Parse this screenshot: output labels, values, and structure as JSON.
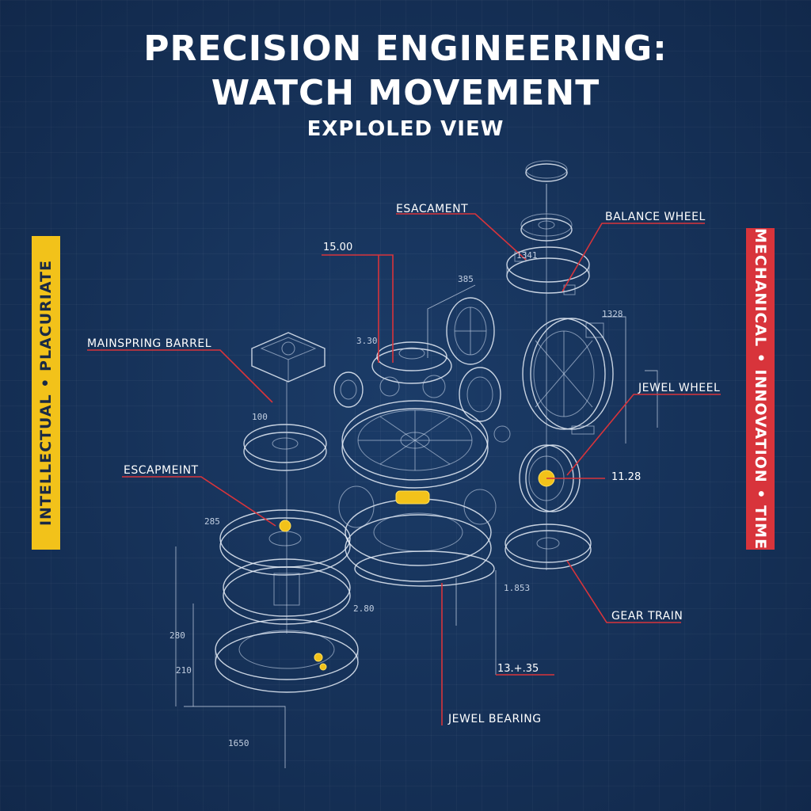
{
  "title": {
    "line1": "PRECISION ENGINEERING:",
    "line2": "WATCH MOVEMENT",
    "subtitle": "EXPLOLED VIEW"
  },
  "left_banner": "INTELLECTUAL • PLACURIATE",
  "right_banner": "MECHANICAL • INNOVATION • TIME",
  "labels": {
    "esacament": "ESACAMENT",
    "balance_wheel": "BALANCE WHEEL",
    "mainspring_barrel": "MAINSPRING BARREL",
    "jewel_wheel": "JEWEL WHEEL",
    "escapmeint": "ESCAPMEINT",
    "gear_train": "GEAR TRAIN",
    "jewel_bearing": "JEWEL BEARING"
  },
  "dimensions": {
    "d1": "15.00",
    "d2": "11.28",
    "d3": "13.+.35",
    "s1": "385",
    "s2": "1328",
    "s3": "3.30",
    "s4": "100",
    "s5": "285",
    "s6": "2.80",
    "s7": "280",
    "s8": "210",
    "s9": "1650",
    "s10": "1.853",
    "s11": "1341"
  },
  "colors": {
    "background": "#17355f",
    "accent_yellow": "#f2c21a",
    "accent_red": "#d8343b",
    "line": "#e8eef8"
  }
}
